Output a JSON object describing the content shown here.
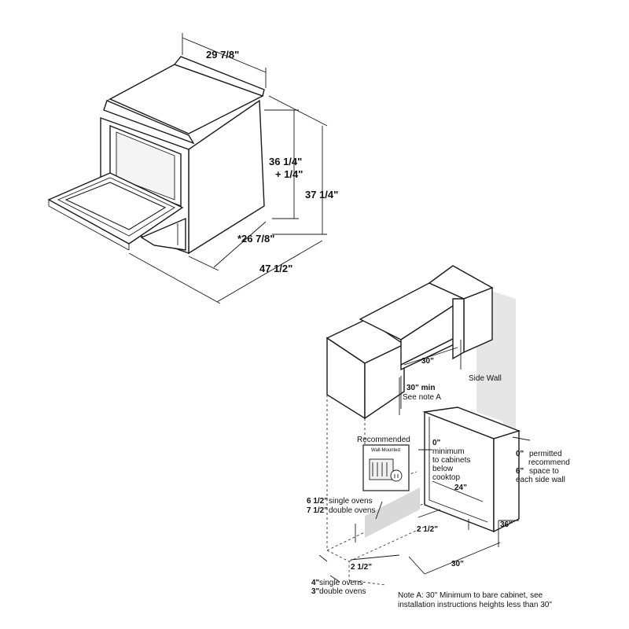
{
  "range_dimensions": {
    "width": "29 7/8\"",
    "height_cooktop": "36 1/4\"",
    "height_tolerance": "+ 1/4\"",
    "height_overall": "37 1/4\"",
    "depth": "*26 7/8\"",
    "depth_door_open": "47 1/2\""
  },
  "installation": {
    "opening_width": "30\"",
    "min_clearance_value": "30\" min",
    "min_clearance_note": "See note A",
    "side_wall": "Side Wall",
    "recommended": "Recommended",
    "wall_mounted": "Wall-Mounted",
    "zero_value": "0\"",
    "zero_line1": "minimum",
    "zero_line2": "to cabinets",
    "zero_line3": "below",
    "zero_line4": "cooktop",
    "permitted_value": "0\"",
    "permitted_text": "permitted",
    "recommend_text": "recommend",
    "recommend_value": "6\"",
    "space_to": "space to",
    "each_side_wall": "each side wall",
    "depth_24": "24\"",
    "height_36": "36\"",
    "offset_right": "2 1/2\"",
    "offset_left": "2 1/2\"",
    "bottom_width": "30\"",
    "single_ovens_value": "6 1/2\"",
    "single_ovens_text": "single ovens",
    "double_ovens_value": "7 1/2\"",
    "double_ovens_text": "double ovens",
    "floor_single_value": "4\"",
    "floor_single_text": "single ovens",
    "floor_double_value": "3\"",
    "floor_double_text": "double ovens",
    "note_a_line1": "Note A: 30\" Minimum to bare cabinet, see",
    "note_a_line2": "installation instructions heights less than 30\""
  }
}
